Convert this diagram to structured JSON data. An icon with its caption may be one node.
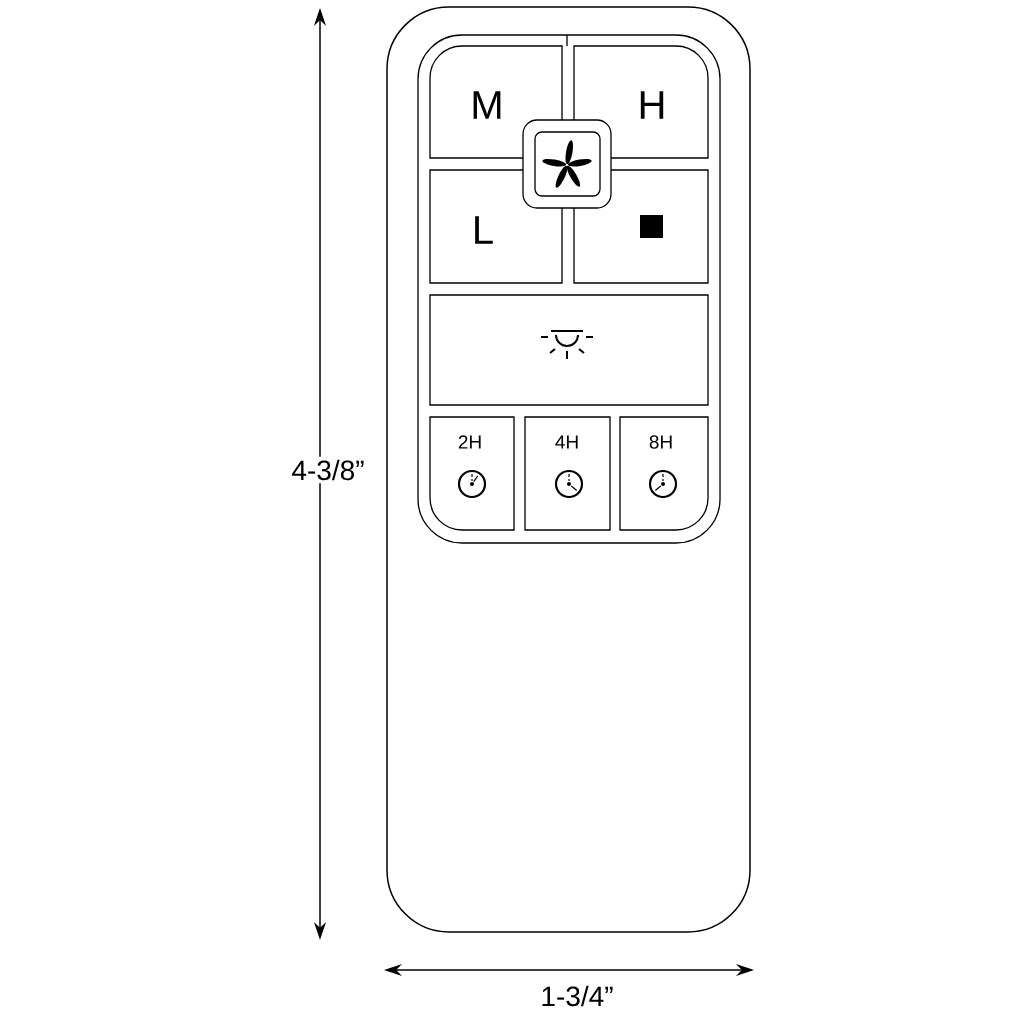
{
  "diagram": {
    "nodes": [
      {
        "text": [
          "M"
        ]
      },
      {
        "text": [
          "H"
        ]
      },
      {
        "text": [],
        "shape": "box"
      },
      {
        "text": [
          "L"
        ]
      },
      {
        "text": [],
        "shape": "box"
      },
      {
        "text": [],
        "shape": "box"
      },
      {
        "text": [
          "2H"
        ]
      },
      {
        "text": [
          "4H"
        ]
      },
      {
        "text": [
          "8H"
        ]
      }
    ],
    "labels": [
      "4-3/8”",
      "1-3/4”"
    ]
  }
}
